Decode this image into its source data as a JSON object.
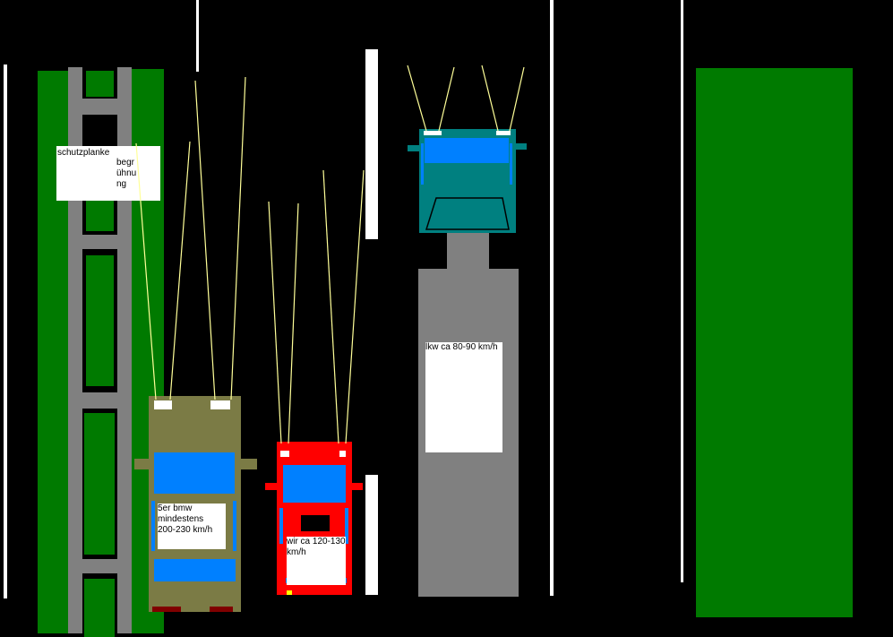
{
  "labels": {
    "guardrail": "schutzplanke",
    "verge": "begr\nühnu\nng",
    "bmw": "5er bmw\n mindestens\n200-230 km/h",
    "own_car": "wir ca 120-130\nkm/h",
    "truck": "lkw ca 80-90 km/h"
  },
  "colors": {
    "background": "#000000",
    "grass": "#007a00",
    "guardrail": "#808080",
    "lane_marking": "#ffffff",
    "bmw_body": "#7b7b45",
    "own_car_body": "#ff0000",
    "truck_cab": "#008080",
    "truck_trailer": "#808080",
    "window": "#0080ff",
    "headlight_beam": "#ffff99"
  }
}
